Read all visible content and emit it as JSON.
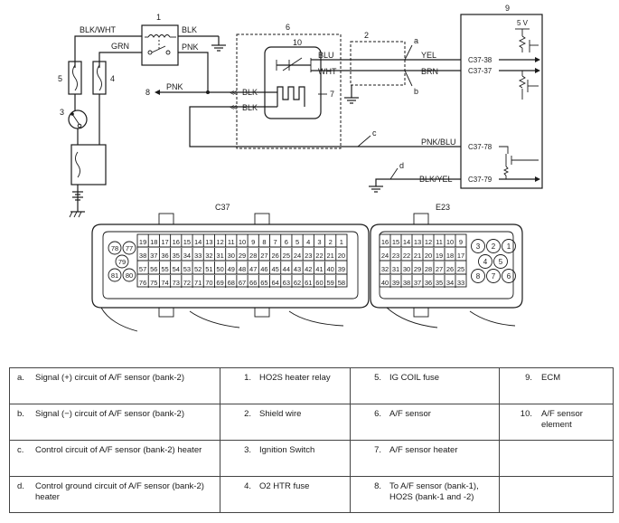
{
  "diagram": {
    "component_numbers": [
      "1",
      "2",
      "3",
      "4",
      "5",
      "6",
      "7",
      "8",
      "9",
      "10"
    ],
    "circuit_letters": [
      "a",
      "b",
      "c",
      "d"
    ],
    "wire_labels": {
      "blk_wht": "BLK/WHT",
      "grn": "GRN",
      "blk_relay": "BLK",
      "pnk_relay": "PNK",
      "pnk_to_8": "PNK",
      "blk_sensor_1": "BLK",
      "blk_sensor_2": "BLK",
      "blu": "BLU",
      "wht": "WHT",
      "yel": "YEL",
      "brn": "BRN",
      "pnk_blu": "PNK/BLU",
      "blk_yel": "BLK/YEL"
    },
    "ecm_pins": {
      "c37_38": "C37-38",
      "c37_37": "C37-37",
      "c37_78": "C37-78",
      "c37_79": "C37-79"
    },
    "supply_label": "5 V",
    "connector_c37": {
      "title": "C37",
      "row1": [
        "19",
        "18",
        "17",
        "16",
        "15",
        "14",
        "13",
        "12",
        "11",
        "10",
        "9",
        "8",
        "7",
        "6",
        "5",
        "4",
        "3",
        "2",
        "1"
      ],
      "row2": [
        "38",
        "37",
        "36",
        "35",
        "34",
        "33",
        "32",
        "31",
        "30",
        "29",
        "28",
        "27",
        "26",
        "25",
        "24",
        "23",
        "22",
        "21",
        "20"
      ],
      "row3": [
        "57",
        "56",
        "55",
        "54",
        "53",
        "52",
        "51",
        "50",
        "49",
        "48",
        "47",
        "46",
        "45",
        "44",
        "43",
        "42",
        "41",
        "40",
        "39"
      ],
      "row4": [
        "76",
        "75",
        "74",
        "73",
        "72",
        "71",
        "70",
        "69",
        "68",
        "67",
        "66",
        "65",
        "64",
        "63",
        "62",
        "61",
        "60",
        "59",
        "58"
      ],
      "round_pins": [
        "78",
        "77",
        "79",
        "81",
        "80"
      ]
    },
    "connector_e23": {
      "title": "E23",
      "row1": [
        "16",
        "15",
        "14",
        "13",
        "12",
        "11",
        "10",
        "9"
      ],
      "row2": [
        "24",
        "23",
        "22",
        "21",
        "20",
        "19",
        "18",
        "17"
      ],
      "row3": [
        "32",
        "31",
        "30",
        "29",
        "28",
        "27",
        "26",
        "25"
      ],
      "row4": [
        "40",
        "39",
        "38",
        "37",
        "36",
        "35",
        "34",
        "33"
      ],
      "round_pins": [
        "3",
        "2",
        "1",
        "4",
        "5",
        "8",
        "7",
        "6"
      ]
    }
  },
  "legend": {
    "rows": [
      [
        {
          "key": "a.",
          "text": "Signal (+) circuit of A/F sensor (bank-2)"
        },
        {
          "key": "1.",
          "text": "HO2S heater relay"
        },
        {
          "key": "5.",
          "text": "IG COIL fuse"
        },
        {
          "key": "9.",
          "text": "ECM"
        }
      ],
      [
        {
          "key": "b.",
          "text": "Signal (−) circuit of A/F sensor (bank-2)"
        },
        {
          "key": "2.",
          "text": "Shield wire"
        },
        {
          "key": "6.",
          "text": "A/F sensor"
        },
        {
          "key": "10.",
          "text": "A/F sensor element"
        }
      ],
      [
        {
          "key": "c.",
          "text": "Control circuit of A/F sensor (bank-2) heater"
        },
        {
          "key": "3.",
          "text": "Ignition Switch"
        },
        {
          "key": "7.",
          "text": "A/F sensor heater"
        },
        {
          "key": "",
          "text": ""
        }
      ],
      [
        {
          "key": "d.",
          "text": "Control ground circuit of A/F sensor (bank-2) heater"
        },
        {
          "key": "4.",
          "text": "O2 HTR fuse"
        },
        {
          "key": "8.",
          "text": "To A/F sensor (bank-1), HO2S (bank-1 and -2)"
        },
        {
          "key": "",
          "text": ""
        }
      ]
    ]
  }
}
